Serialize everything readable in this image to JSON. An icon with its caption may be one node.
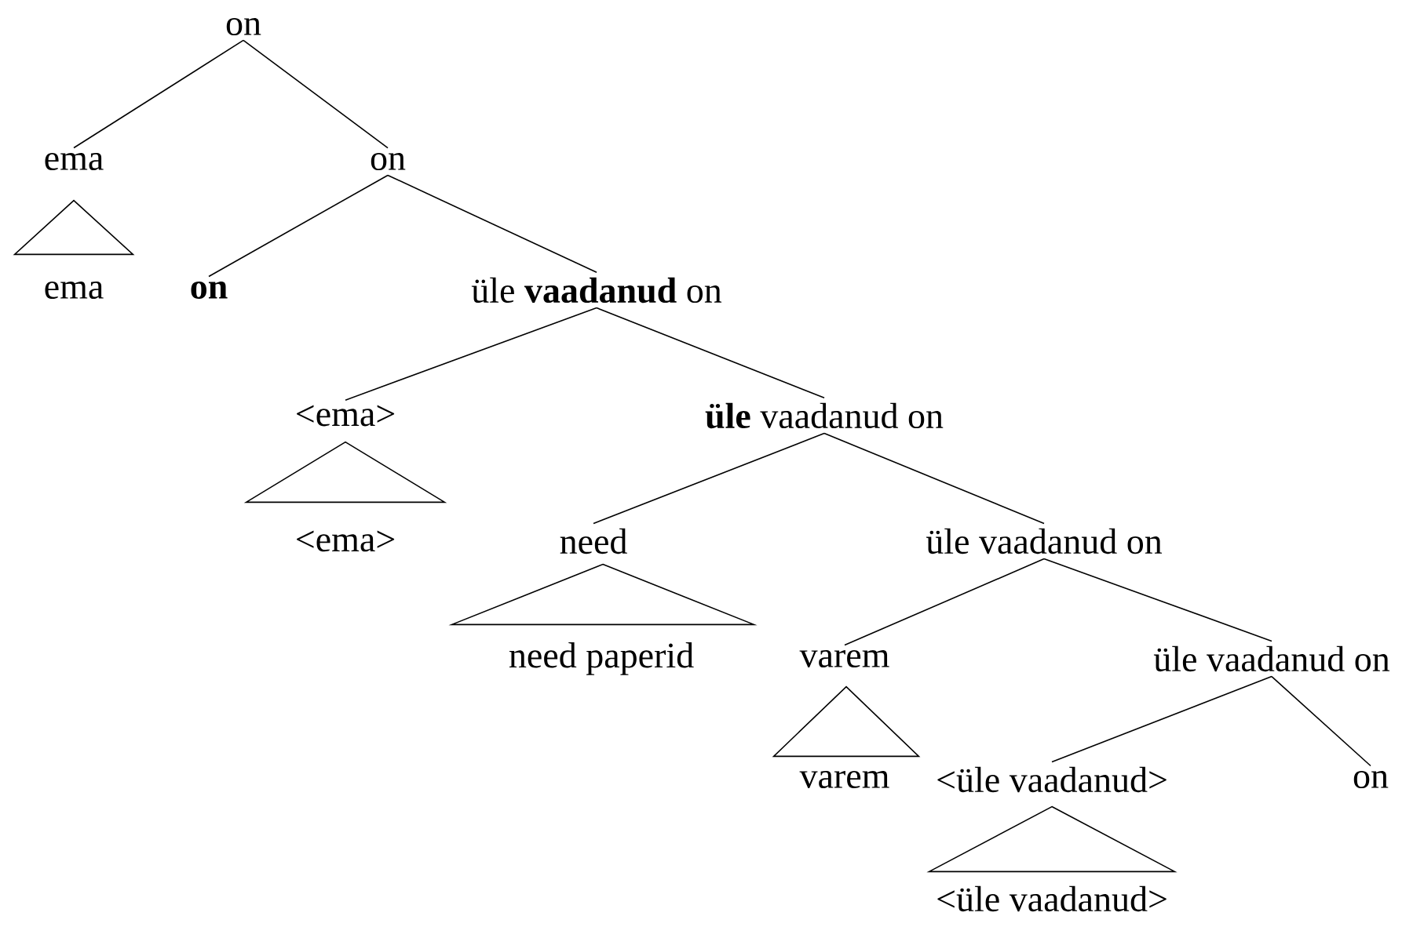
{
  "diagram": {
    "nodes": [
      {
        "text": [
          "on"
        ]
      },
      {
        "text": [
          "ema"
        ]
      },
      {
        "text": [
          "on"
        ]
      },
      {
        "text": [],
        "shape": "triangle"
      },
      {
        "text": [
          "ema"
        ]
      },
      {
        "text": [
          "on"
        ]
      },
      {
        "text": [
          "üle **vaadanud** on"
        ]
      },
      {
        "text": [
          "<ema>"
        ]
      },
      {
        "text": [
          "**üle** vaadanud on"
        ]
      },
      {
        "text": [],
        "shape": "triangle"
      },
      {
        "text": [
          "<ema>"
        ]
      },
      {
        "text": [
          "need"
        ]
      },
      {
        "text": [
          "üle vaadanud on"
        ]
      },
      {
        "text": [],
        "shape": "triangle"
      },
      {
        "text": [
          "need paperid"
        ]
      },
      {
        "text": [
          "varem"
        ]
      },
      {
        "text": [
          "üle vaadanud on"
        ]
      },
      {
        "text": [],
        "shape": "triangle"
      },
      {
        "text": [
          "varem"
        ]
      },
      {
        "text": [
          "<üle vaadanud>"
        ]
      },
      {
        "text": [
          "on"
        ]
      },
      {
        "text": [],
        "shape": "triangle"
      },
      {
        "text": [
          "<üle vaadanud>"
        ]
      }
    ],
    "edges": [
      {
        "from": 0,
        "to": 1,
        "arrow": "none"
      },
      {
        "from": 0,
        "to": 2,
        "arrow": "none"
      },
      {
        "from": 2,
        "to": 5,
        "arrow": "none"
      },
      {
        "from": 2,
        "to": 6,
        "arrow": "none"
      },
      {
        "from": 6,
        "to": 7,
        "arrow": "none"
      },
      {
        "from": 6,
        "to": 8,
        "arrow": "none"
      },
      {
        "from": 8,
        "to": 11,
        "arrow": "none"
      },
      {
        "from": 8,
        "to": 12,
        "arrow": "none"
      },
      {
        "from": 12,
        "to": 15,
        "arrow": "none"
      },
      {
        "from": 12,
        "to": 16,
        "arrow": "none"
      },
      {
        "from": 16,
        "to": 19,
        "arrow": "none"
      },
      {
        "from": 16,
        "to": 20,
        "arrow": "none"
      }
    ]
  }
}
